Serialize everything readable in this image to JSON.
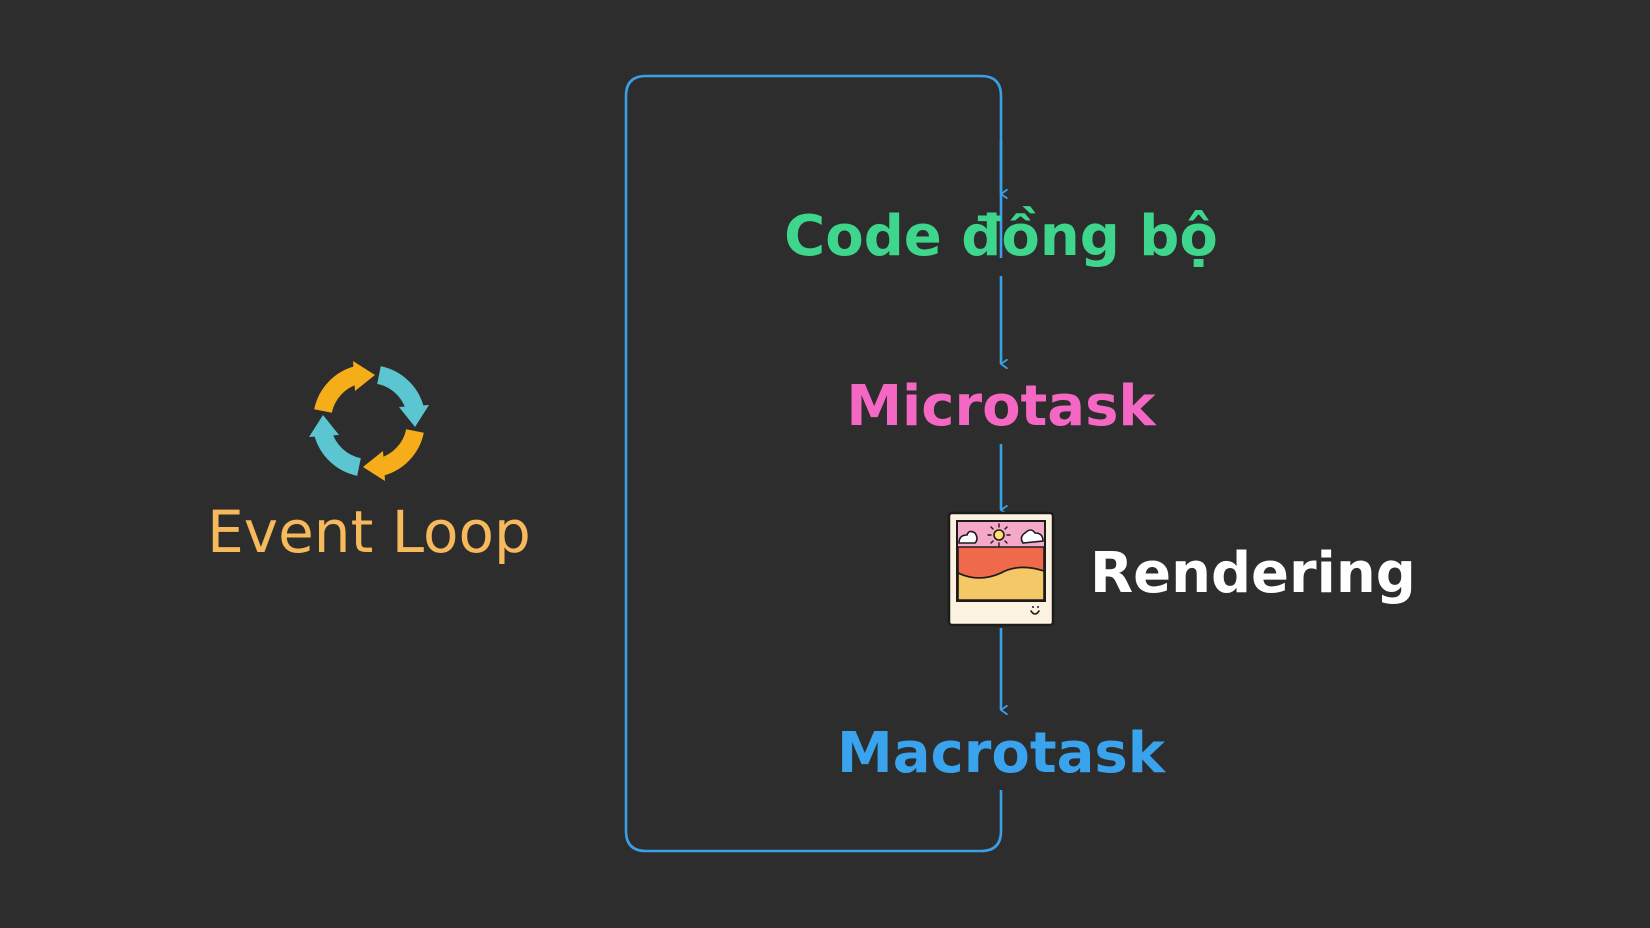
{
  "title": {
    "text": "Event Loop",
    "color": "#f6b95c"
  },
  "loop_icon": {
    "icon": "circular-arrows-icon",
    "colors": [
      "#f5ad1a",
      "#5bc6d2"
    ]
  },
  "steps": [
    {
      "label": "Code đồng bộ",
      "color": "#3dd68c"
    },
    {
      "label": "Microtask",
      "color": "#f467c2"
    },
    {
      "label": "Rendering",
      "color": "#ffffff",
      "icon": "polaroid-landscape-icon"
    },
    {
      "label": "Macrotask",
      "color": "#3aa3ee"
    }
  ],
  "connector_color": "#3b9fe5",
  "background": "#2d2d2d"
}
